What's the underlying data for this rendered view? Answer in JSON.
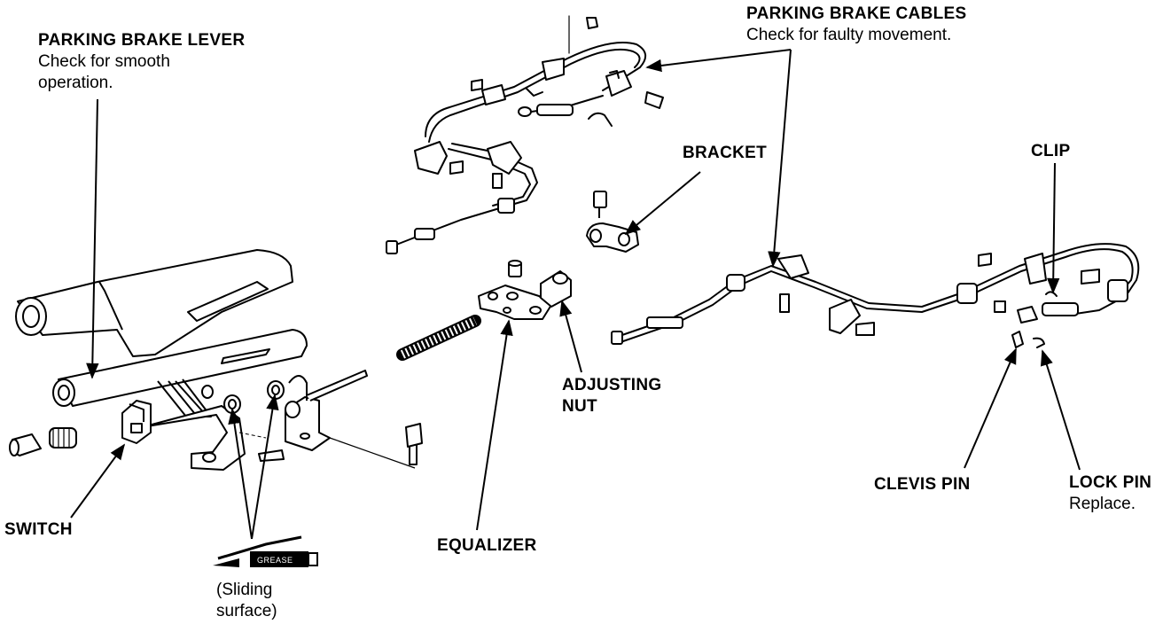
{
  "labels": {
    "lever": {
      "title": "PARKING BRAKE LEVER",
      "note_line1": "Check for smooth",
      "note_line2": "operation."
    },
    "cables": {
      "title": "PARKING BRAKE CABLES",
      "note": "Check for faulty movement."
    },
    "bracket": "BRACKET",
    "clip": "CLIP",
    "adjusting_nut_line1": "ADJUSTING",
    "adjusting_nut_line2": "NUT",
    "clevis_pin": "CLEVIS PIN",
    "lock_pin": {
      "title": "LOCK PIN",
      "note": "Replace."
    },
    "switch": "SWITCH",
    "equalizer": "EQUALIZER",
    "grease_tag": "GREASE",
    "sliding_line1": "(Sliding",
    "sliding_line2": "surface)"
  },
  "colors": {
    "ink": "#000000",
    "paper": "#ffffff"
  }
}
